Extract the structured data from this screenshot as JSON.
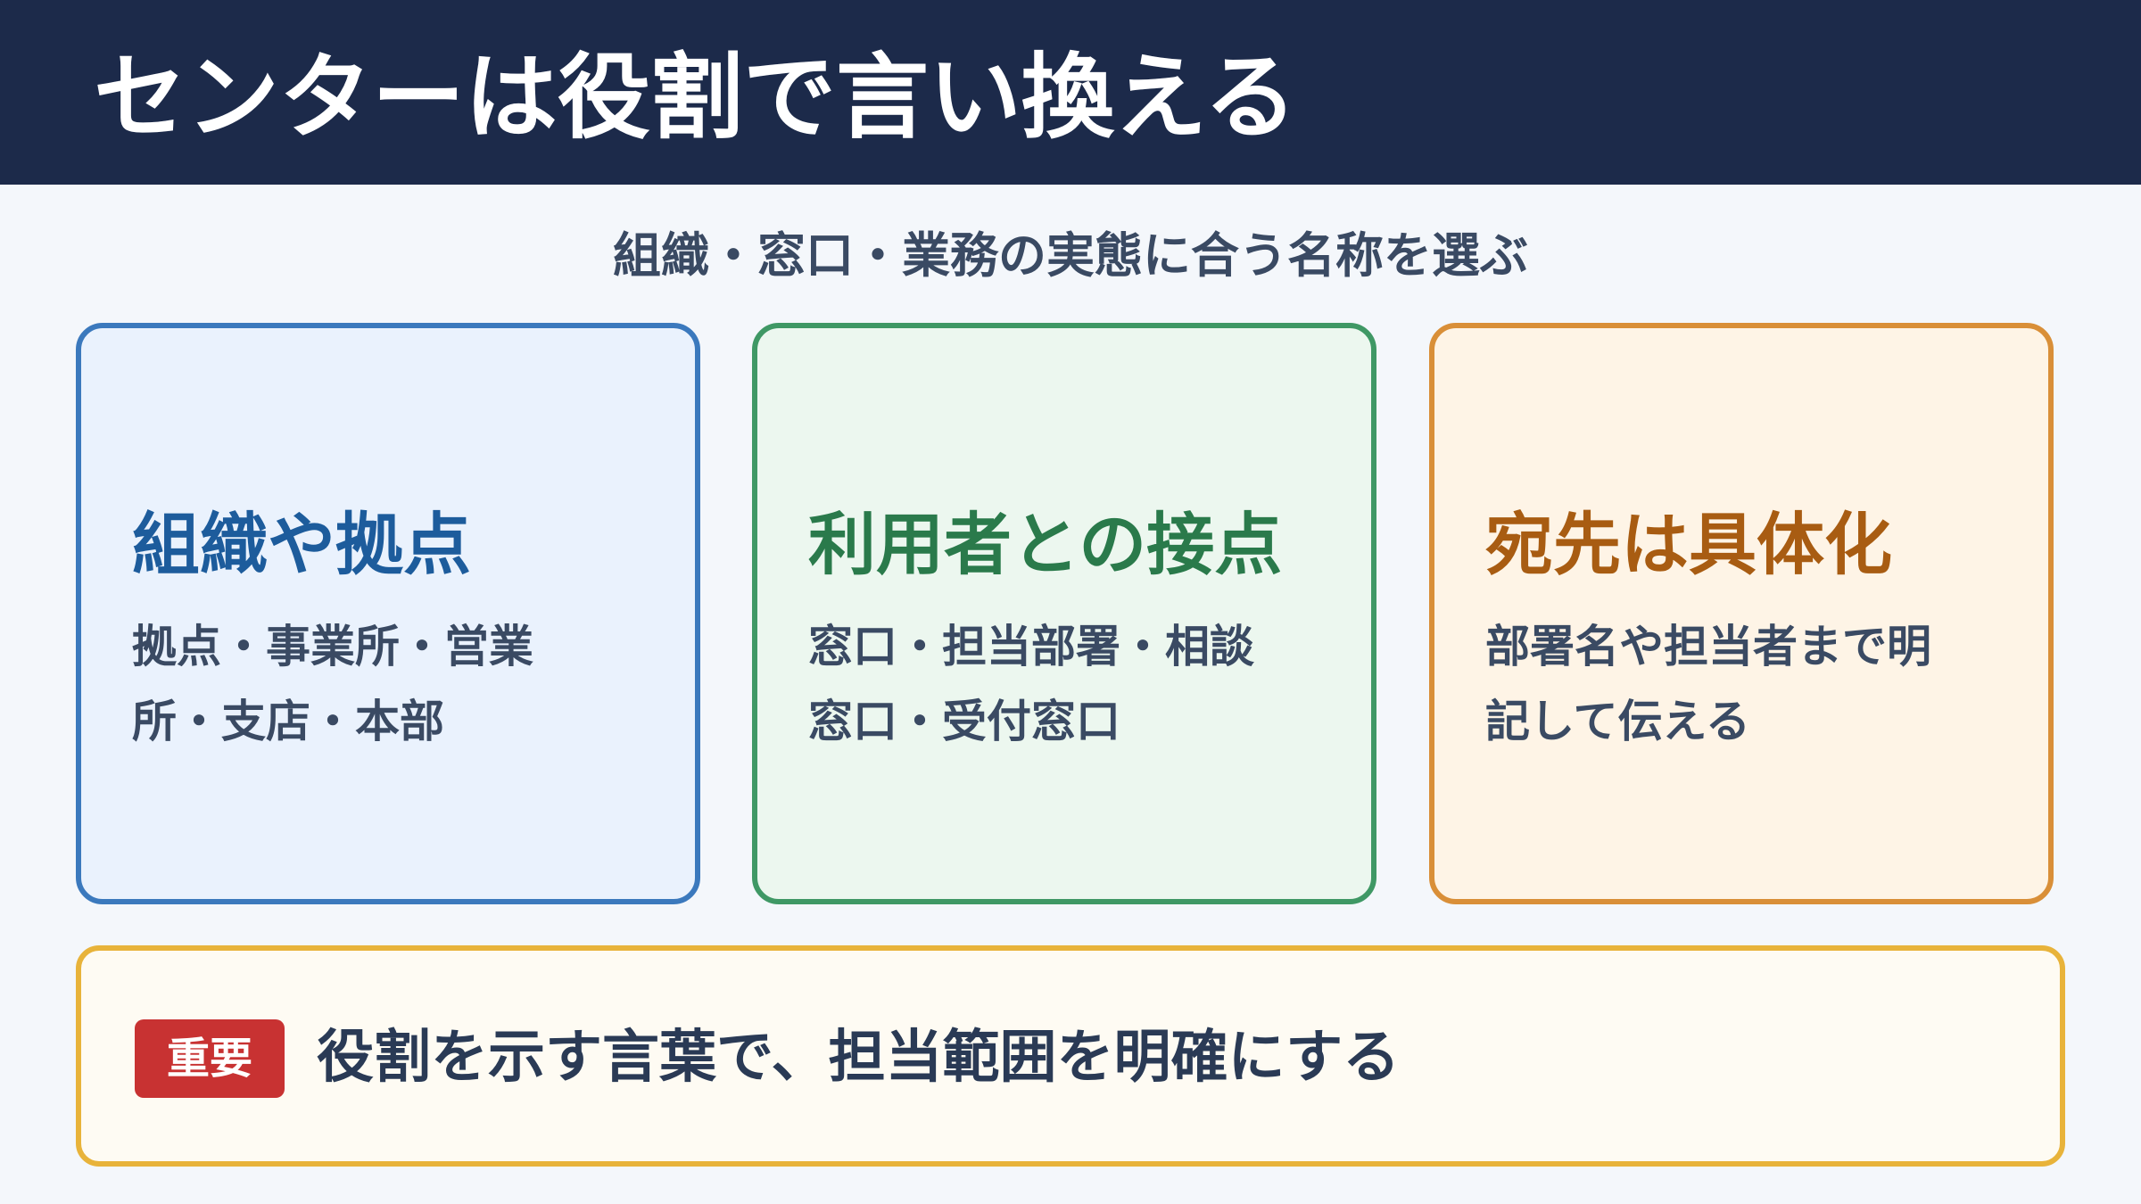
{
  "header": {
    "title": "センターは役割で言い換える"
  },
  "subtitle": "組織・窓口・業務の実態に合う名称を選ぶ",
  "cards": [
    {
      "title": "組織や拠点",
      "lines": [
        "拠点・事業所・営業",
        "所・支店・本部"
      ]
    },
    {
      "title": "利用者との接点",
      "lines": [
        "窓口・担当部署・相談",
        "窓口・受付窓口"
      ]
    },
    {
      "title": "宛先は具体化",
      "lines": [
        "部署名や担当者まで明",
        "記して伝える"
      ]
    }
  ],
  "note": {
    "badge": "重要",
    "text": "役割を示す言葉で、担当範囲を明確にする"
  },
  "colors": {
    "header_bg": "#1c2a4a",
    "blue": "#3b79bd",
    "green": "#3f9865",
    "orange": "#d98f38",
    "note_border": "#e8b33a",
    "badge_red": "#c83232"
  }
}
